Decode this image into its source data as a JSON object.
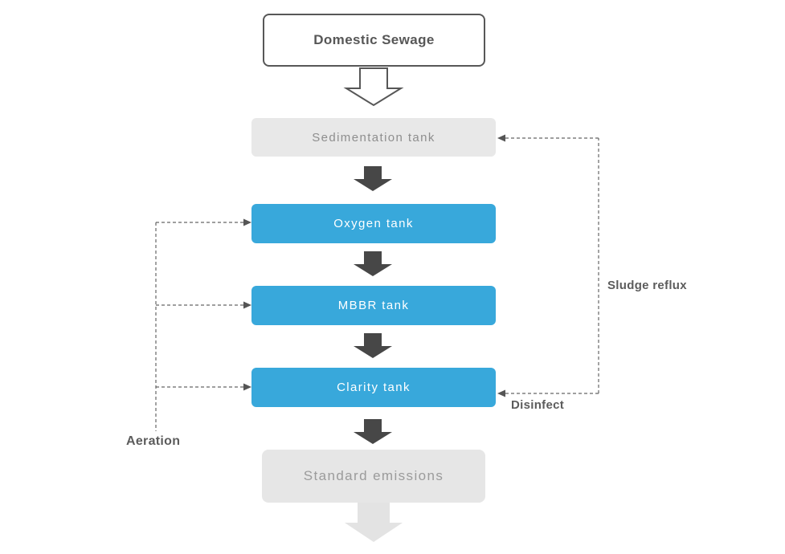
{
  "diagram": {
    "start_box": {
      "label": "Domestic Sewage"
    },
    "nodes": [
      {
        "id": "sedimentation",
        "label": "Sedimentation tank",
        "style": "gray"
      },
      {
        "id": "oxygen",
        "label": "Oxygen tank",
        "style": "blue"
      },
      {
        "id": "mbbr",
        "label": "MBBR tank",
        "style": "blue"
      },
      {
        "id": "clarity",
        "label": "Clarity tank",
        "style": "blue"
      },
      {
        "id": "standard",
        "label": "Standard emissions",
        "style": "gray"
      }
    ],
    "annotations": {
      "aeration": "Aeration",
      "sludge_reflux": "Sludge reflux",
      "disinfect": "Disinfect"
    },
    "colors": {
      "blue_box": "#38a8db",
      "gray_box": "#e8e8e8",
      "gray_box_light": "#e6e6e6",
      "dark_arrow": "#474747",
      "light_arrow": "#e3e3e3",
      "outline_arrow_stroke": "#575757",
      "outline_arrow_fill": "#ffffff",
      "dashed_line": "#666666",
      "label_text": "#5c5c5c"
    }
  }
}
